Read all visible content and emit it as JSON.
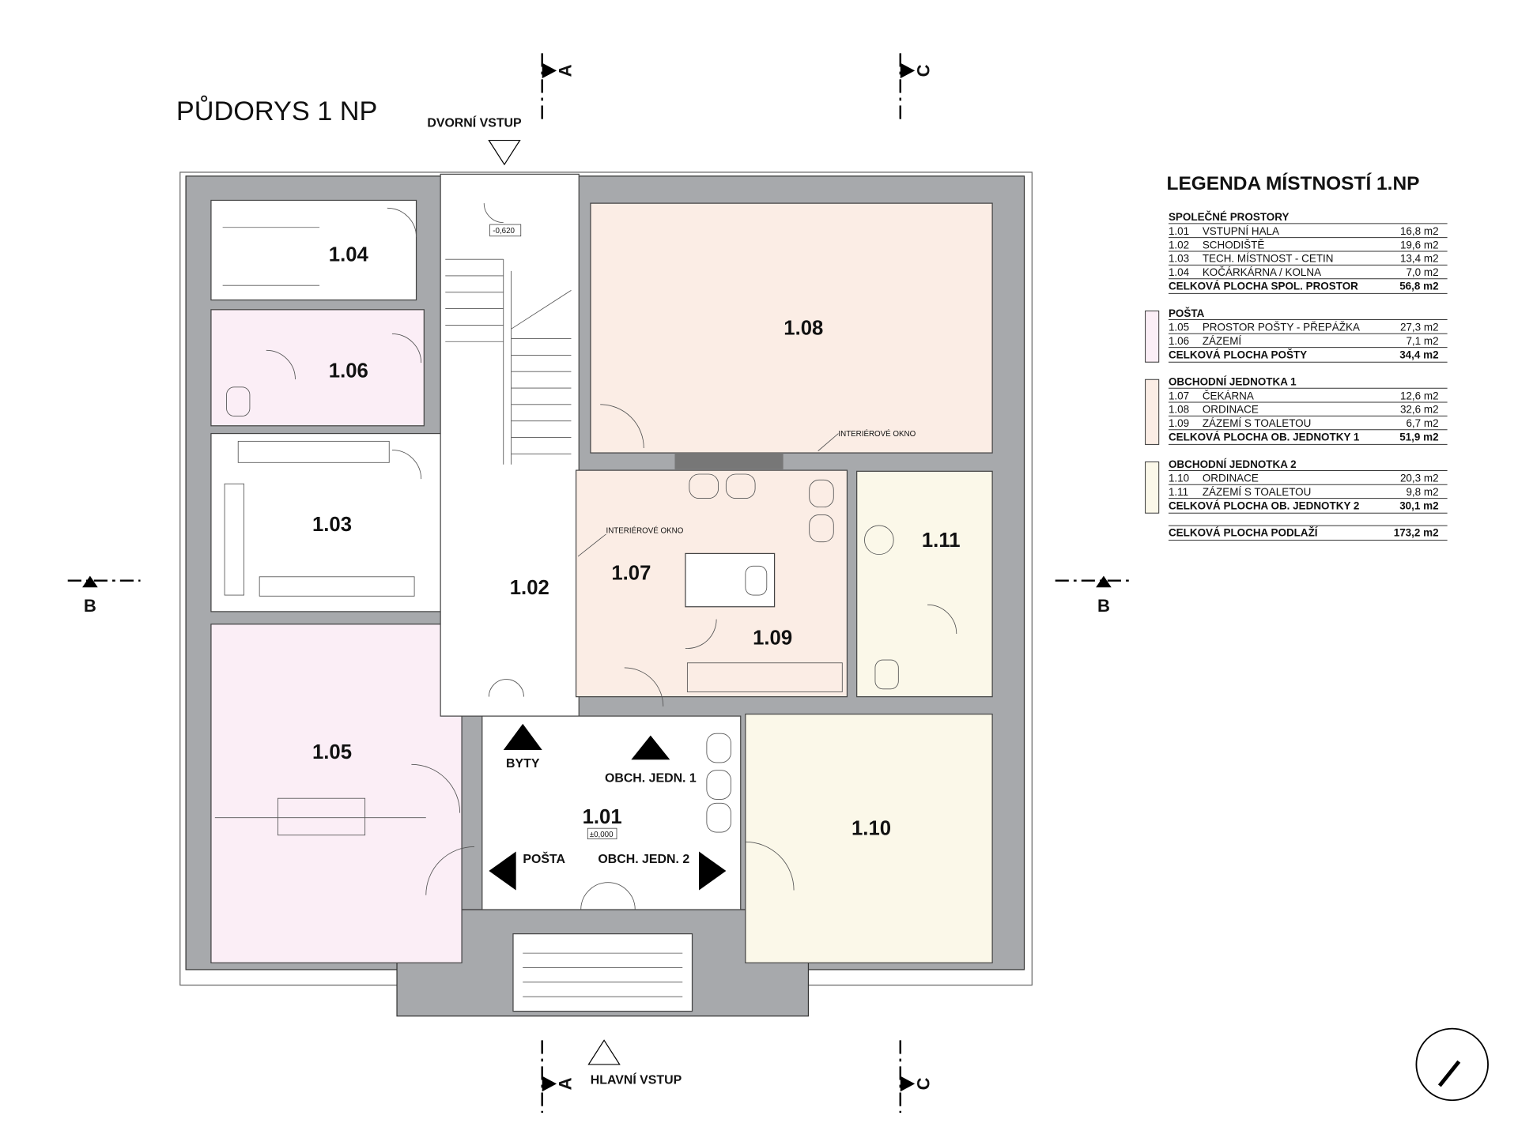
{
  "title": "PŮDORYS 1 NP",
  "entrances": {
    "courtyard": "DVORNÍ VSTUP",
    "main": "HLAVNÍ VSTUP"
  },
  "levels": {
    "courtyard": "-0,620",
    "main": "±0,000"
  },
  "sections": {
    "a": "A",
    "b": "B",
    "c": "C"
  },
  "rooms": {
    "r101": "1.01",
    "r102": "1.02",
    "r103": "1.03",
    "r104": "1.04",
    "r105": "1.05",
    "r106": "1.06",
    "r107": "1.07",
    "r108": "1.08",
    "r109": "1.09",
    "r110": "1.10",
    "r111": "1.11"
  },
  "directions": {
    "byty": "BYTY",
    "obch1": "OBCH. JEDN. 1",
    "posta": "POŠTA",
    "obch2": "OBCH. JEDN. 2"
  },
  "notes": {
    "window1": "INTERIÉROVÉ OKNO",
    "window2": "INTERIÉROVÉ OKNO"
  },
  "colors": {
    "wall": "#a7a9ac",
    "posta": "#fbeef6",
    "ob1": "#fbede5",
    "ob2": "#fbf8e9"
  },
  "legend": {
    "title": "LEGENDA MÍSTNOSTÍ 1.NP",
    "groups": [
      {
        "name": "SPOLEČNÉ PROSTORY",
        "color": null,
        "rows": [
          {
            "no": "1.01",
            "name": "VSTUPNÍ HALA",
            "area": "16,8 m2"
          },
          {
            "no": "1.02",
            "name": "SCHODIŠTĚ",
            "area": "19,6 m2"
          },
          {
            "no": "1.03",
            "name": "TECH. MÍSTNOST - CETIN",
            "area": "13,4 m2"
          },
          {
            "no": "1.04",
            "name": "KOČÁRKÁRNA / KOLNA",
            "area": "7,0 m2"
          }
        ],
        "total_label": "CELKOVÁ PLOCHA SPOL. PROSTOR",
        "total": "56,8 m2"
      },
      {
        "name": "POŠTA",
        "color": "#fbeef6",
        "rows": [
          {
            "no": "1.05",
            "name": "PROSTOR POŠTY - PŘEPÁŽKA",
            "area": "27,3 m2"
          },
          {
            "no": "1.06",
            "name": "ZÁZEMÍ",
            "area": "7,1 m2"
          }
        ],
        "total_label": "CELKOVÁ PLOCHA POŠTY",
        "total": "34,4 m2"
      },
      {
        "name": "OBCHODNÍ JEDNOTKA 1",
        "color": "#fbede5",
        "rows": [
          {
            "no": "1.07",
            "name": "ČEKÁRNA",
            "area": "12,6 m2"
          },
          {
            "no": "1.08",
            "name": "ORDINACE",
            "area": "32,6 m2"
          },
          {
            "no": "1.09",
            "name": "ZÁZEMÍ S TOALETOU",
            "area": "6,7 m2"
          }
        ],
        "total_label": "CELKOVÁ PLOCHA OB. JEDNOTKY 1",
        "total": "51,9 m2"
      },
      {
        "name": "OBCHODNÍ JEDNOTKA 2",
        "color": "#fbf8e9",
        "rows": [
          {
            "no": "1.10",
            "name": "ORDINACE",
            "area": "20,3 m2"
          },
          {
            "no": "1.11",
            "name": "ZÁZEMÍ S TOALETOU",
            "area": "9,8 m2"
          }
        ],
        "total_label": "CELKOVÁ PLOCHA OB. JEDNOTKY 2",
        "total": "30,1 m2"
      }
    ],
    "grand_total_label": "CELKOVÁ PLOCHA PODLAŽÍ",
    "grand_total": "173,2 m2"
  }
}
